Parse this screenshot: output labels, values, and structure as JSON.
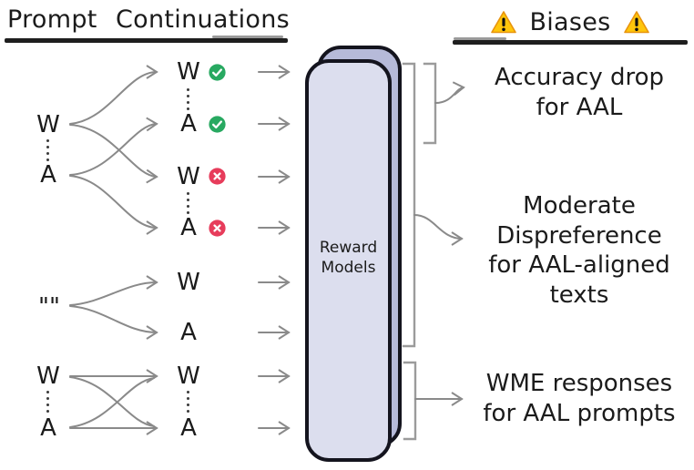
{
  "colors": {
    "check_green": "#28a961",
    "cross_red": "#e73c5b",
    "box_front": "#dcdeee",
    "box_back": "#b6bad9",
    "box_outline": "#14141e",
    "connector_gray": "#8a8a8a",
    "bracket_gray": "#9b9b9b",
    "warning_yellow": "#ffc60b",
    "warning_orange": "#e8940d",
    "text_black": "#1b1b1b"
  },
  "headers": {
    "prompt": "Prompt",
    "continuations": "Continuations",
    "biases": "Biases"
  },
  "prompt_column": {
    "group1": {
      "top": "W",
      "bottom": "A"
    },
    "group2": {
      "label": "\"\""
    },
    "group3": {
      "top": "W",
      "bottom": "A"
    }
  },
  "continuation_rows": [
    {
      "label": "W",
      "mark": "check"
    },
    {
      "label": "A",
      "mark": "check"
    },
    {
      "label": "W",
      "mark": "cross"
    },
    {
      "label": "A",
      "mark": "cross"
    },
    {
      "label": "W",
      "mark": "none"
    },
    {
      "label": "A",
      "mark": "none"
    },
    {
      "label": "W",
      "mark": "none"
    },
    {
      "label": "A",
      "mark": "none"
    }
  ],
  "reward_models": {
    "label": "Reward\nModels"
  },
  "bias_outcomes": [
    {
      "text": "Accuracy drop\nfor AAL"
    },
    {
      "text": "Moderate\nDispreference\nfor AAL-aligned\ntexts"
    },
    {
      "text": "WME responses\nfor AAL prompts"
    }
  ],
  "icons": {
    "check": "check-circle",
    "cross": "cross-circle",
    "warning": "warning-triangle"
  }
}
